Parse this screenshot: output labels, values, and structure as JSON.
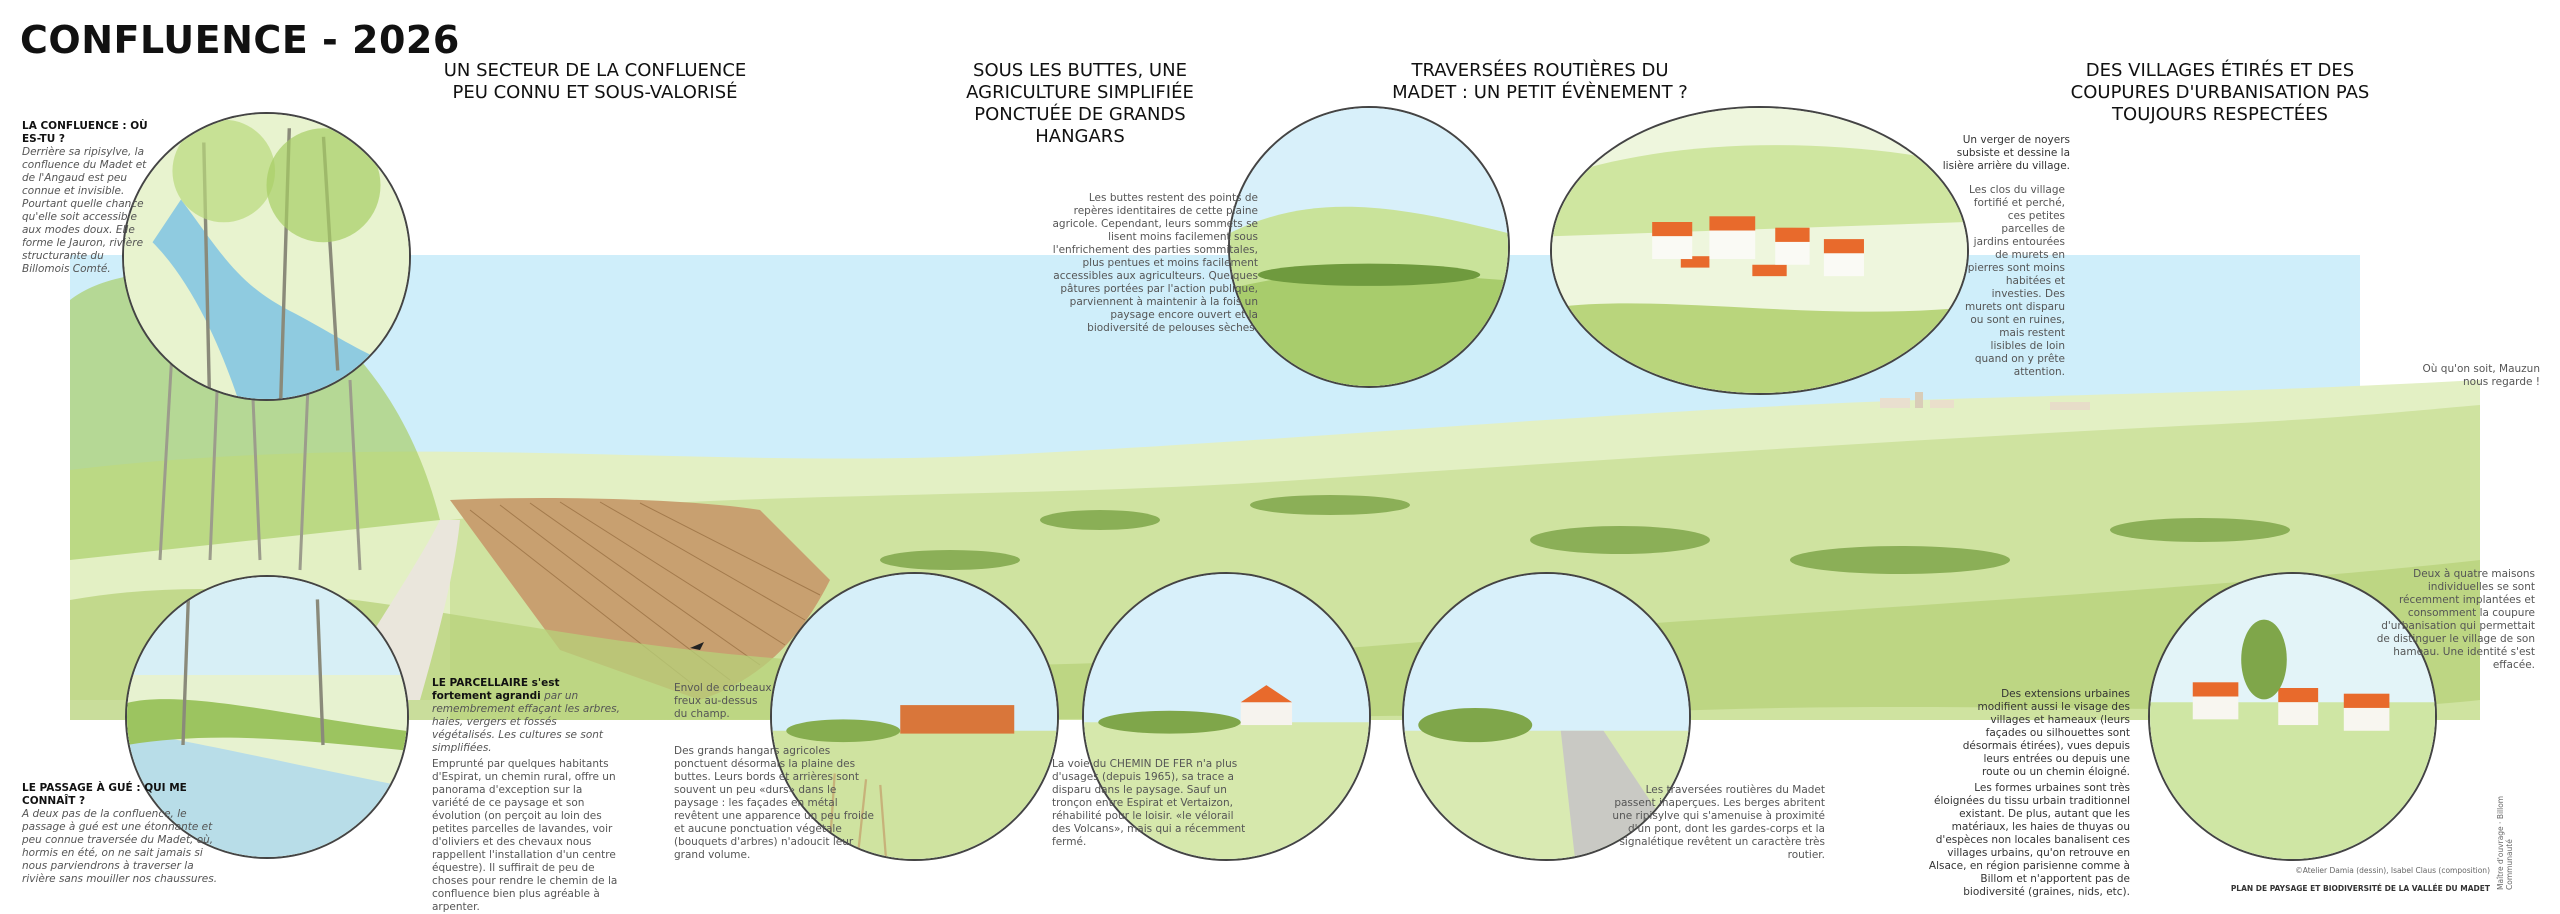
{
  "title": "CONFLUENCE - 2026",
  "sections": [
    {
      "title": "UN SECTEUR DE LA CONFLUENCE PEU CONNU ET SOUS-VALORISÉ"
    },
    {
      "title": "SOUS LES BUTTES, UNE AGRICULTURE SIMPLIFIÉE PONCTUÉE DE GRANDS HANGARS"
    },
    {
      "title": "TRAVERSÉES ROUTIÈRES DU MADET : UN PETIT ÉVÈNEMENT ?"
    },
    {
      "title": "DES VILLAGES ÉTIRÉS ET DES COUPURES D'URBANISATION PAS TOUJOURS RESPECTÉES"
    }
  ],
  "notes": {
    "confluence_q": "LA CONFLUENCE : OÙ ES-TU ?",
    "confluence_body": "Derrière sa ripisylve, la confluence du Madet et de l'Angaud est peu connue et invisible. Pourtant quelle chance qu'elle soit accessible aux modes doux. Elle forme le Jauron, rivière structurante du Billomois Comté.",
    "passage_q": "LE PASSAGE À GUÉ : QUI ME CONNAÎT ?",
    "passage_body": "A deux pas de la confluence, le passage à gué est une étonnante et peu connue traversée du Madet, où, hormis en été, on ne sait jamais si nous parviendrons à traverser la rivière sans mouiller nos chaussures.",
    "parcellaire_bold": "LE PARCELLAIRE s'est fortement agrandi",
    "parcellaire_body": "par un remembrement effaçant les arbres, haies, vergers et fossés végétalisés. Les cultures se sont simplifiées.",
    "chemin_body": "Emprunté par quelques habitants d'Espirat, un chemin rural, offre un panorama d'exception sur la variété de ce paysage et son évolution (on perçoit au loin des petites parcelles de lavandes, voir d'oliviers et des chevaux nous rappellent l'installation d'un centre équestre). Il suffirait de peu de choses pour rendre le chemin de la confluence bien plus agréable à arpenter.",
    "corbeaux": "Envol de corbeaux freux au-dessus du champ.",
    "hangars": "Des grands hangars agricoles ponctuent désormais la plaine des buttes. Leurs bords et arrières sont souvent un peu «durs» dans le paysage : les façades en métal revêtent une apparence un peu froide et aucune ponctuation végétale (bouquets d'arbres) n'adoucit leur grand volume.",
    "voie_ferree": "La voie du CHEMIN DE FER n'a plus d'usages (depuis 1965), sa trace a disparu dans le paysage. Sauf un tronçon entre Espirat et Vertaizon, réhabilité pour le loisir. «le vélorail des Volcans», mais qui a récemment fermé.",
    "buttes": "Les buttes restent des points de repères identitaires de cette plaine agricole. Cependant, leurs sommets se lisent moins facilement sous l'enfrichement des parties sommitales, plus pentues et moins facilement accessibles aux agriculteurs. Quelques pâtures portées par l'action publique, parviennent à maintenir à la fois un paysage encore ouvert et la biodiversité de pelouses sèches.",
    "traversees": "Les traversées routières du Madet passent inaperçues. Les berges abritent une ripisylve qui s'amenuise à proximité d'un pont, dont les gardes-corps et la signalétique revêtent un caractère très routier.",
    "verger": "Un verger de noyers subsiste et dessine la lisière arrière du village.",
    "clos": "Les clos du village fortifié et perché, ces petites parcelles de jardins entourées de murets en pierres sont moins habitées et investies. Des murets ont disparu ou sont en ruines, mais restent lisibles de loin quand on y prête attention.",
    "ou_soit": "Où qu'on soit, Mauzun nous regarde !",
    "maisons": "Deux à quatre maisons individuelles se sont récemment implantées et consomment la coupure d'urbanisation qui permettait de distinguer le village de son hameau. Une identité s'est effacée.",
    "extensions": "Des extensions urbaines modifient aussi le visage des villages et hameaux (leurs façades ou silhouettes sont désormais étirées), vues depuis leurs entrées ou depuis une route ou un chemin éloigné.",
    "formes": "Les formes urbaines sont très éloignées du tissu urbain traditionnel existant. De plus, autant que les matériaux, les haies de thuyas ou d'espèces non locales banalisent ces villages urbains, qu'on retrouve en Alsace, en région parisienne comme à Billom et n'apportent pas de biodiversité (graines, nids, etc)."
  },
  "credits": {
    "authors": "©Atelier Damia (dessin), Isabel Claus (composition)",
    "plan": "PLAN DE PAYSAGE ET BIODIVERSITÉ DE LA VALLÉE DU MADET",
    "side": "Maître d'ouvrage · Billom Communauté"
  },
  "colors": {
    "sky": "#cfeefa",
    "green_light": "#d8ebb0",
    "green_dark": "#7fa64a",
    "roof": "#e86a2c",
    "field": "#c8a070"
  }
}
